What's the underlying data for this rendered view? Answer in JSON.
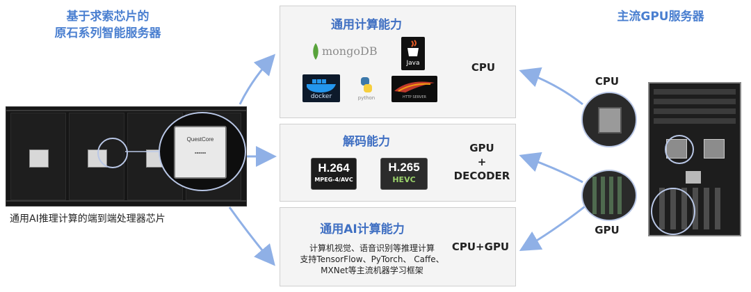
{
  "left": {
    "title_line1": "基于求索芯片的",
    "title_line2": "原石系列智能服务器",
    "chip_brand": "QuestCore",
    "caption": "通用AI推理计算的端到端处理器芯片"
  },
  "right": {
    "title": "主流GPU服务器",
    "cpu_label": "CPU",
    "gpu_label": "GPU"
  },
  "boxes": {
    "general": {
      "title": "通用计算能力",
      "label": "CPU",
      "logos": {
        "mongo": "mongoDB",
        "java": "Java",
        "docker": "docker",
        "python": "python",
        "http": "HTTP SERVER"
      }
    },
    "decode": {
      "title": "解码能力",
      "label_line1": "GPU",
      "label_line2": "+",
      "label_line3": "DECODER",
      "h264_main": "H.264",
      "h264_sub": "MPEG-4/AVC",
      "h265_main": "H.265",
      "h265_sub": "HEVC"
    },
    "ai": {
      "title": "通用AI计算能力",
      "label": "CPU+GPU",
      "line1": "计算机视觉、语音识别等推理计算",
      "line2": "支持TensorFlow、PyTorch、 Caffe、",
      "line3": "MXNet等主流机器学习框架"
    }
  },
  "colors": {
    "accent": "#4a7fd0",
    "arrow": "#8fb0e6",
    "box_bg": "#f4f4f4",
    "box_border": "#cfcfcf"
  }
}
